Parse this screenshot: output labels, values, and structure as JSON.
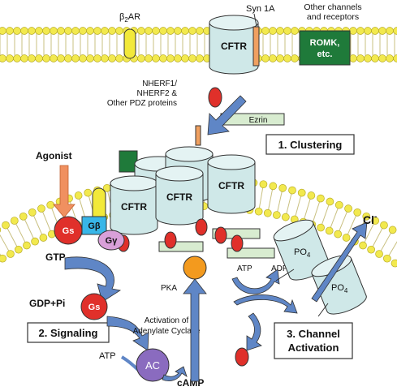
{
  "top_membrane": {
    "b2ar_base": "β",
    "b2ar_sub": "2",
    "b2ar_tail": "AR",
    "syn1a": "Syn 1A",
    "other_channels": [
      "Other channels",
      "and receptors"
    ],
    "romk": [
      "ROMK,",
      "etc."
    ],
    "cftr": "CFTR"
  },
  "nherf": [
    "NHERF1/",
    "NHERF2 &",
    "Other PDZ proteins"
  ],
  "ezrin": "Ezrin",
  "boxes": {
    "clustering": "1. Clustering",
    "signaling": "2. Signaling",
    "channel_activation": [
      "3. Channel",
      "Activation"
    ]
  },
  "agonist": "Agonist",
  "g_protein": {
    "gs": "Gs",
    "gbeta": "Gβ",
    "ggamma": "Gγ",
    "gtp": "GTP",
    "gdp": "GDP+Pi",
    "gs_free": "Gs"
  },
  "cluster_cftr": [
    "CFTR",
    "CFTR",
    "CFTR"
  ],
  "pka": "PKA",
  "ac": {
    "label": [
      "Activation of",
      "Adenylate Cyclase"
    ],
    "enzyme": "AC",
    "atp": "ATP",
    "camp": "cAMP"
  },
  "activation": {
    "atp": "ATP",
    "adp": "ADP",
    "cl_base": "Cl",
    "cl_sup": "-",
    "po4_base": "PO",
    "po4_sub": "4"
  },
  "colors": {
    "lipid_head": "#f2e94e",
    "lipid_tail": "#f2e9a0",
    "cftr": "#cfe8e8",
    "receptor": "#f2e93a",
    "romk": "#1f7a3a",
    "gs": "#e0302a",
    "gbeta": "#38b6e8",
    "ggamma": "#d9a0d9",
    "ac": "#8a6bbf",
    "pka": "#f39a1e",
    "arrow": "#5f86c6",
    "ezrin": "#d8ecd0",
    "agonist_arrow": "#f09060",
    "syntaxin": "#f0a060"
  },
  "icons": [
    "membrane-bilayer",
    "cftr-cylinder",
    "phosphorylation-dot",
    "process-arrow"
  ]
}
